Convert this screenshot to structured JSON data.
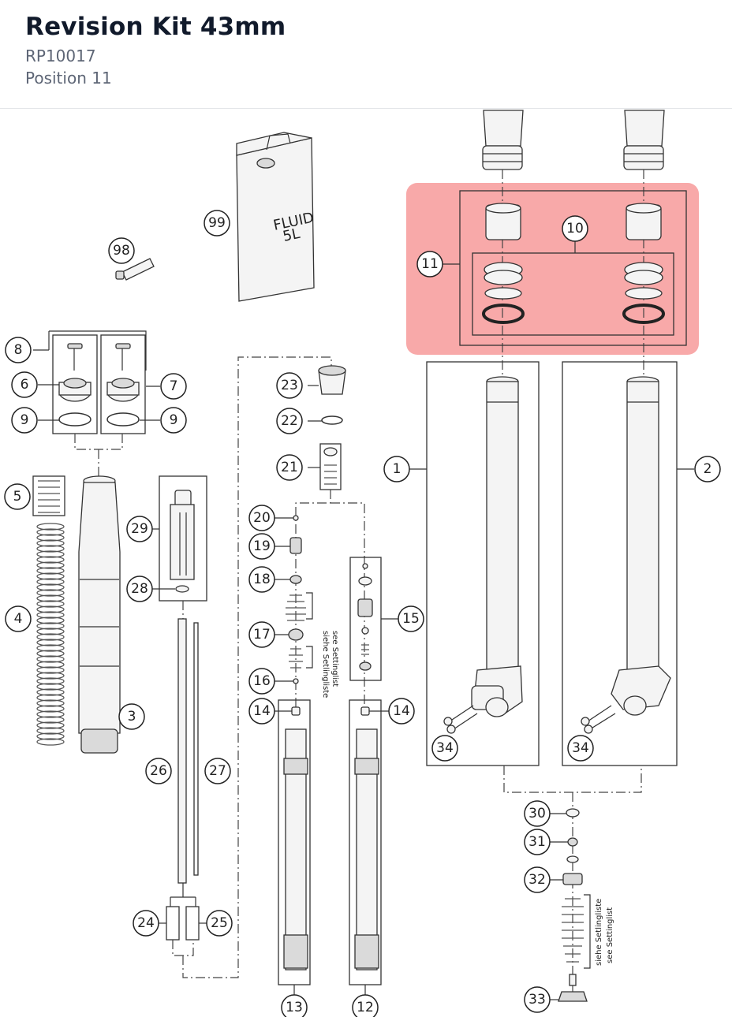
{
  "header": {
    "title": "Revision Kit 43mm",
    "part_number": "RP10017",
    "position": "Position 11"
  },
  "diagram": {
    "highlight_color": "#f79a9a",
    "can_label_line1": "FLUID",
    "can_label_line2": "5L",
    "note_line1": "siehe Setlingliste",
    "note_line2": "see Settinglist",
    "callouts": {
      "c1": "1",
      "c2": "2",
      "c3": "3",
      "c4": "4",
      "c5": "5",
      "c6": "6",
      "c7": "7",
      "c8": "8",
      "c9a": "9",
      "c9b": "9",
      "c10": "10",
      "c11": "11",
      "c12": "12",
      "c13": "13",
      "c14a": "14",
      "c14b": "14",
      "c15": "15",
      "c16": "16",
      "c17": "17",
      "c18": "18",
      "c19": "19",
      "c20": "20",
      "c21": "21",
      "c22": "22",
      "c23": "23",
      "c24": "24",
      "c25": "25",
      "c26": "26",
      "c27": "27",
      "c28": "28",
      "c29": "29",
      "c30": "30",
      "c31": "31",
      "c32": "32",
      "c33": "33",
      "c34a": "34",
      "c34b": "34",
      "c98": "98",
      "c99": "99"
    }
  }
}
